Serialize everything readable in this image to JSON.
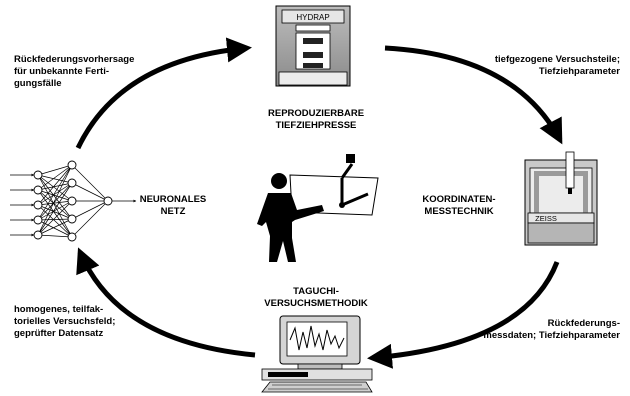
{
  "press": {
    "brand": "HYDRAP",
    "caption": "REPRODUZIERBARE\nTIEFZIEHPRESSE"
  },
  "cmm": {
    "brand": "ZEISS",
    "caption": "KOORDINATEN-\nMESSTECHNIK"
  },
  "neural_net": {
    "caption": "NEURONALES\nNETZ"
  },
  "taguchi": {
    "caption": "TAGUCHI-\nVERSUCHSMETHODIK"
  },
  "flows": {
    "top_left": "Rückfederungsvorhersage\nfür unbekannte Ferti-\ngungsfälle",
    "top_right": "tiefgezogene Versuchsteile;\nTiefziehparameter",
    "bottom_right": "Rückfederungs-\nmessdaten; Tiefziehparameter",
    "bottom_left": "homogenes, teilfak-\ntorielles Versuchsfeld;\ngeprüfter Datensatz"
  }
}
